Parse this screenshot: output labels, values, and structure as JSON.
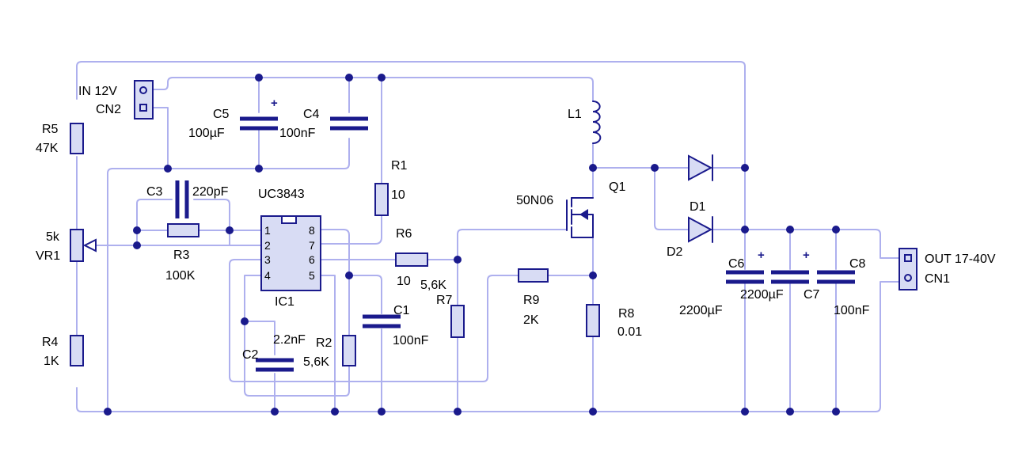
{
  "components": {
    "in": {
      "label": "IN 12V",
      "ref": "CN2"
    },
    "out": {
      "label": "OUT 17-40V",
      "ref": "CN1"
    },
    "r5": {
      "ref": "R5",
      "value": "47K"
    },
    "vr1": {
      "ref": "VR1",
      "value": "5k"
    },
    "r4": {
      "ref": "R4",
      "value": "1K"
    },
    "c5": {
      "ref": "C5",
      "value": "100µF"
    },
    "c4": {
      "ref": "C4",
      "value": "100nF"
    },
    "c3": {
      "ref": "C3",
      "value": "220pF"
    },
    "r3": {
      "ref": "R3",
      "value": "100K"
    },
    "ic1": {
      "ref": "IC1",
      "part": "UC3843",
      "pins": [
        "1",
        "2",
        "3",
        "4",
        "8",
        "7",
        "6",
        "5"
      ]
    },
    "r1": {
      "ref": "R1",
      "value": "10"
    },
    "r6": {
      "ref": "R6",
      "value": "10"
    },
    "r7": {
      "ref": "R7",
      "value": "5,6K"
    },
    "c1": {
      "ref": "C1",
      "value": "100nF"
    },
    "c2": {
      "ref": "C2",
      "value": "2.2nF"
    },
    "r2": {
      "ref": "R2",
      "value": "5,6K"
    },
    "l1": {
      "ref": "L1"
    },
    "q1": {
      "ref": "Q1",
      "part": "50N06"
    },
    "r9": {
      "ref": "R9",
      "value": "2K"
    },
    "r8": {
      "ref": "R8",
      "value": "0.01"
    },
    "d1": {
      "ref": "D1"
    },
    "d2": {
      "ref": "D2"
    },
    "c6": {
      "ref": "C6",
      "value": "2200µF"
    },
    "c7": {
      "ref": "C7",
      "value": "2200µF"
    },
    "c8": {
      "ref": "C8",
      "value": "100nF"
    },
    "polarity_mark": "+"
  },
  "colors": {
    "wire": "#aeb0ee",
    "component": "#1a1a8c",
    "body_fill": "#d8dcf4"
  }
}
